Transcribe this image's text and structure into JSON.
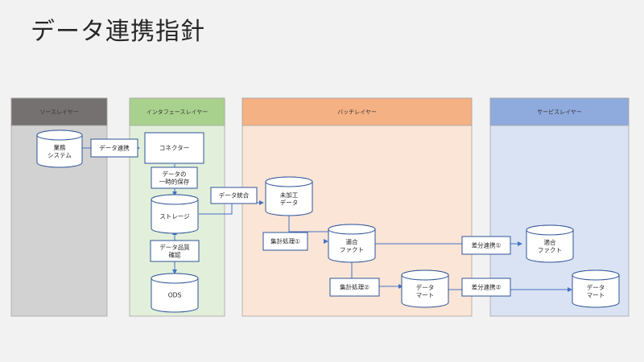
{
  "slide": {
    "title": "データ連携指針"
  },
  "lanes": [
    {
      "key": "source",
      "label": "ソースレイヤー",
      "header_color": "#767171",
      "body_color": "#d3d2d2"
    },
    {
      "key": "interface",
      "label": "インタフェースレイヤー",
      "header_color": "#a9d18e",
      "body_color": "#e2efda"
    },
    {
      "key": "batch",
      "label": "バッチレイヤー",
      "header_color": "#f4b183",
      "body_color": "#fbe5d6"
    },
    {
      "key": "service",
      "label": "サービスレイヤー",
      "header_color": "#8faadc",
      "body_color": "#dae3f3"
    }
  ],
  "nodes": {
    "gyomu": [
      "業務",
      "システム"
    ],
    "connector": [
      "コネクター"
    ],
    "storage": [
      "ストレージ"
    ],
    "ods": [
      "ODS"
    ],
    "mikakou": [
      "未加工",
      "データ"
    ],
    "tekigo_fact": [
      "適合",
      "ファクト"
    ],
    "data_mart": [
      "データ",
      "マート"
    ],
    "svc_fact": [
      "適合",
      "ファクト"
    ],
    "svc_mart": [
      "データ",
      "マート"
    ]
  },
  "edge_labels": {
    "data_renkei": [
      "データ連携"
    ],
    "ichiji_hozon": [
      "データの",
      "一時的保存"
    ],
    "data_hinshitsu": [
      "データ品質",
      "確認"
    ],
    "data_tougou": [
      "データ統合"
    ],
    "shukei1": [
      "集計処理①"
    ],
    "shukei2": [
      "集計処理②"
    ],
    "sabun1": [
      "差分連携①"
    ],
    "sabun2": [
      "差分連携②"
    ]
  },
  "colors": {
    "arrow": "#4472c4",
    "box_border": "#2f5597",
    "box_fill": "#ffffff"
  }
}
